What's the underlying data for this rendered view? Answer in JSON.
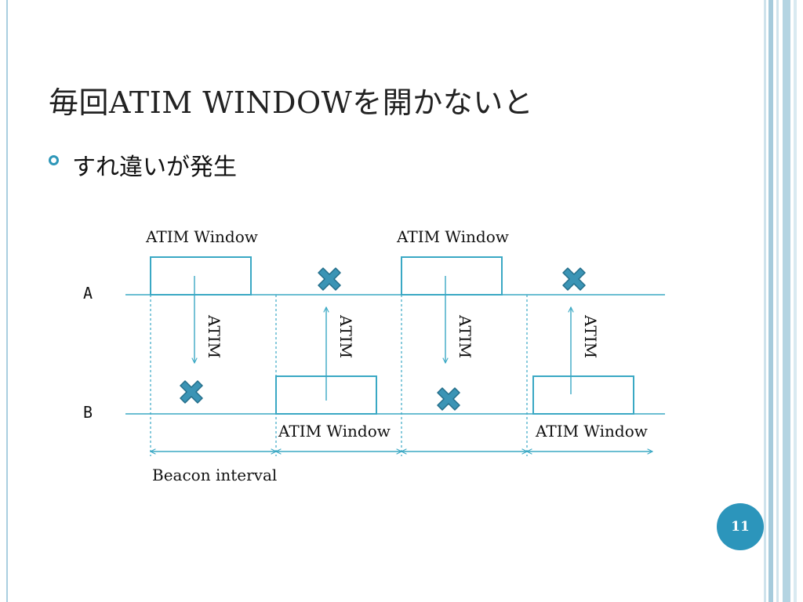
{
  "slide": {
    "title": "毎回ATIM WINDOWを開かないと",
    "bullet": "すれ違いが発生",
    "page_number": "11"
  },
  "diagram": {
    "station_a": "A",
    "station_b": "B",
    "atim_window_label": "ATIM Window",
    "atim_label": "ATIM",
    "beacon_interval_label": "Beacon interval"
  },
  "colors": {
    "accent": "#2c95bb",
    "line": "#3aa8c4",
    "cross_fill": "#3b94b5",
    "cross_stroke": "#246e8a"
  }
}
